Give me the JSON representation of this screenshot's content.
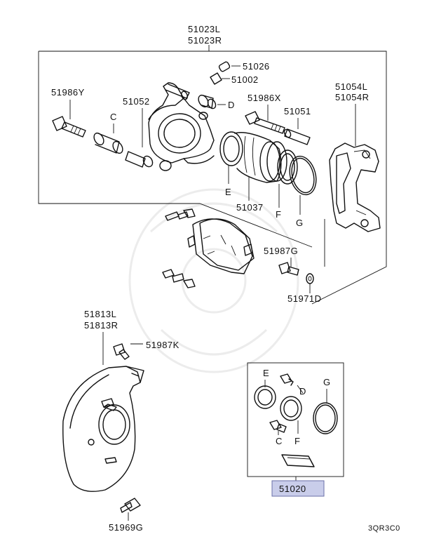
{
  "labels": {
    "caliper_assy_left": "51023L",
    "caliper_assy_right": "51023R",
    "bleeder_plug": "51026",
    "bleeder_cap": "51002",
    "bolt_upper": "51986Y",
    "cylinder": "51052",
    "bolt_lower": "51986X",
    "slide_pin": "51051",
    "mounting_left": "51054L",
    "mounting_right": "51054R",
    "piston": "51037",
    "pad_bolt": "51987G",
    "washer": "51971D",
    "shield_left": "51813L",
    "shield_right": "51813R",
    "shield_bolt": "51987K",
    "shield_screw": "51969G",
    "seal_kit": "51020",
    "diagram_code": "3QR3C0",
    "C": "C",
    "D": "D",
    "E": "E",
    "F": "F",
    "G": "G"
  },
  "colors": {
    "highlight": "#c9cdea",
    "line": "#111111",
    "watermark": "#ececec"
  }
}
